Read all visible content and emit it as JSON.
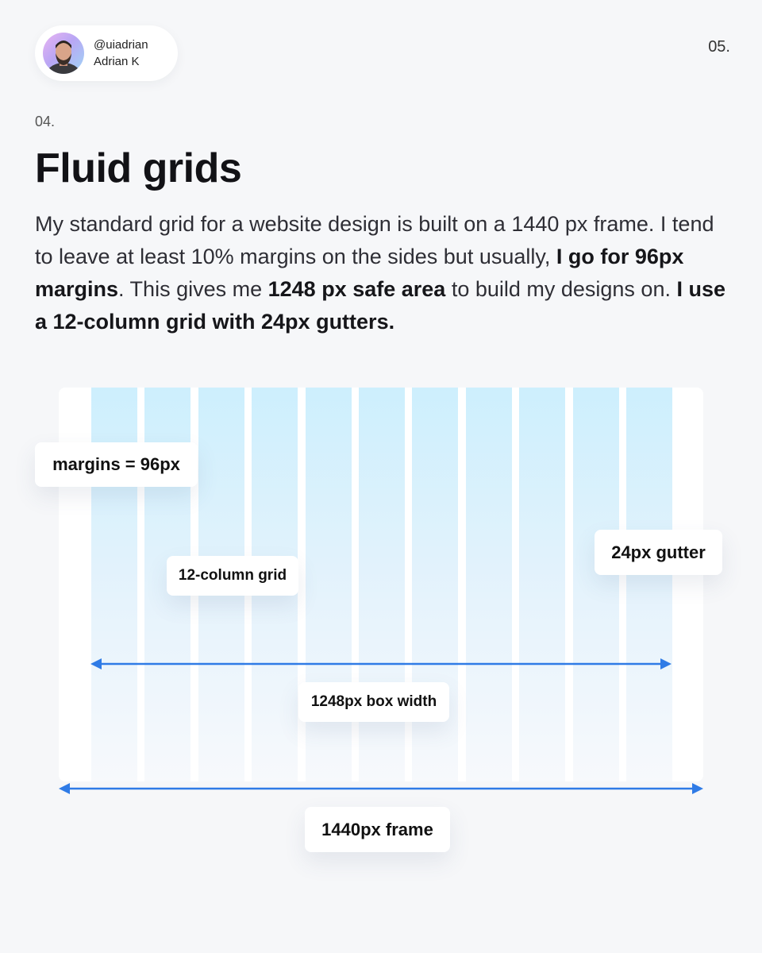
{
  "author": {
    "handle": "@uiadrian",
    "name": "Adrian K"
  },
  "page_number": "05.",
  "section_number": "04.",
  "title": "Fluid grids",
  "body": [
    {
      "text": "My standard grid for a website design is built on a 1440 px frame. I tend to leave at least 10% margins on the sides but usually, ",
      "bold": false
    },
    {
      "text": "I go for 96px margins",
      "bold": true
    },
    {
      "text": ". This gives me ",
      "bold": false
    },
    {
      "text": "1248 px safe area",
      "bold": true
    },
    {
      "text": " to build my designs on. ",
      "bold": false
    },
    {
      "text": "I use a 12-column grid with 24px gutters.",
      "bold": true
    }
  ],
  "diagram": {
    "column_count": 11,
    "labels": {
      "margins": "margins = 96px",
      "gutter": "24px gutter",
      "columns": "12-column grid",
      "box_width": "1248px box width",
      "frame": "1440px frame"
    },
    "colors": {
      "column_top": "#cdeffd",
      "column_bottom": "#f7f9fc",
      "arrow": "#2f7be6",
      "frame": "#ffffff",
      "background": "#f6f7f9"
    }
  }
}
